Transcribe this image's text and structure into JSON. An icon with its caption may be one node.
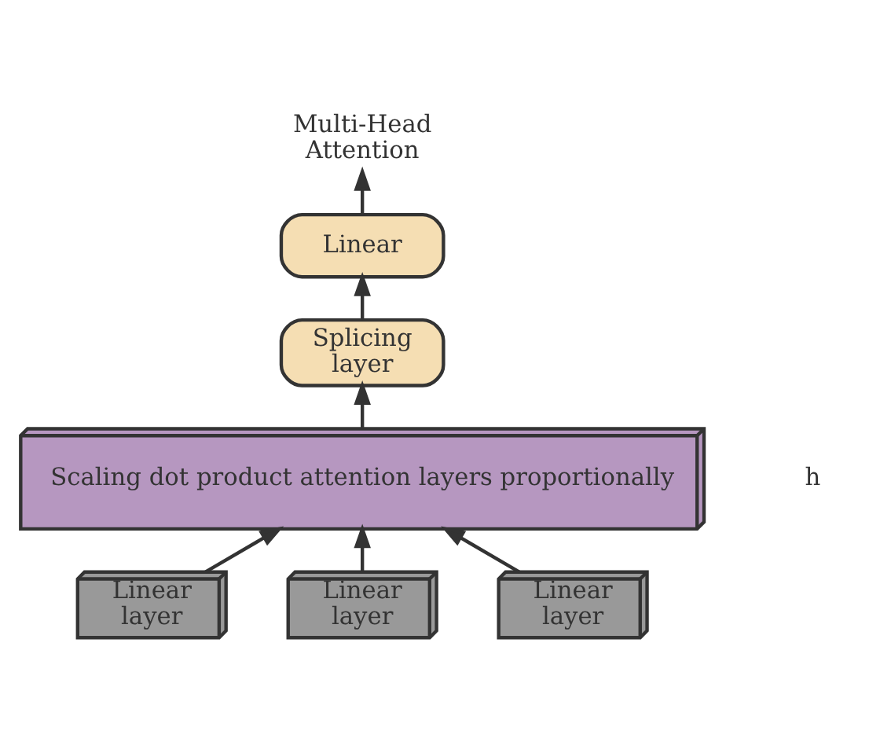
{
  "diagram": {
    "nodes": [
      {
        "text": [
          "Multi-Head Attention"
        ]
      },
      {
        "text": [
          "Linear"
        ]
      },
      {
        "text": [
          "Splicing layer"
        ]
      },
      {
        "text": [
          "Scaling dot product attention layers proportionally"
        ]
      },
      {
        "text": [
          "Linear layer"
        ]
      },
      {
        "text": [
          "Linear layer"
        ]
      },
      {
        "text": [
          "Linear layer"
        ]
      }
    ],
    "edges": [
      {
        "from": 4,
        "to": 3,
        "arrow": "to"
      },
      {
        "from": 5,
        "to": 3,
        "arrow": "to"
      },
      {
        "from": 6,
        "to": 3,
        "arrow": "to"
      },
      {
        "from": 3,
        "to": 2,
        "arrow": "to"
      },
      {
        "from": 2,
        "to": 1,
        "arrow": "to"
      },
      {
        "from": 1,
        "to": 0,
        "arrow": "to"
      }
    ],
    "labels": [
      "h"
    ]
  }
}
